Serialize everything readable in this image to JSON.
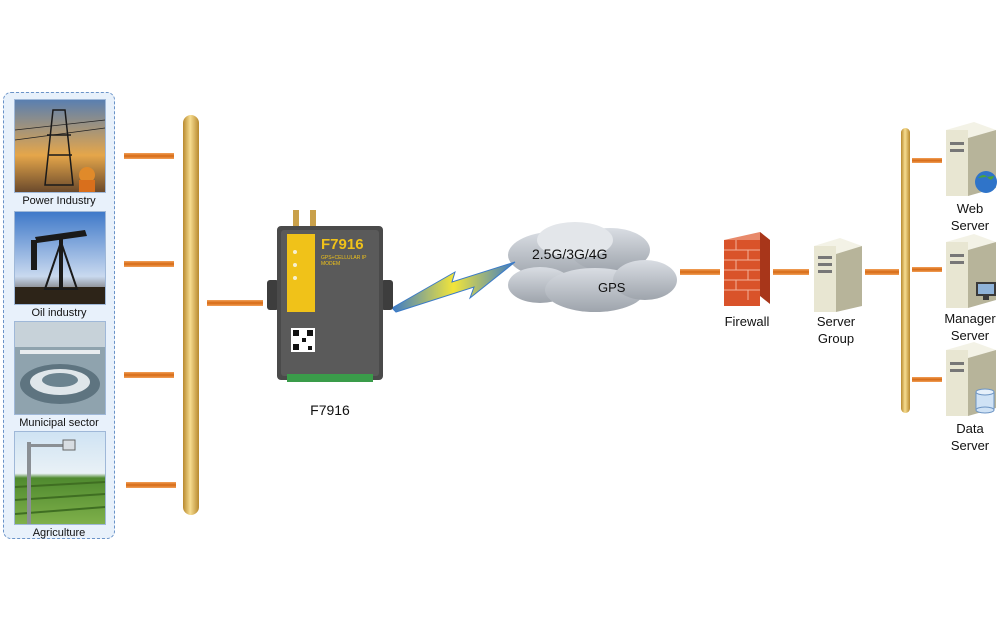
{
  "industries": [
    {
      "label": "Power Industry"
    },
    {
      "label": "Oil industry"
    },
    {
      "label": "Municipal sector"
    },
    {
      "label": "Agriculture"
    }
  ],
  "modem": {
    "caption": "F7916",
    "brand_text": "F7916",
    "sub_text": "GPS+CELLULAR IP MODEM"
  },
  "cloud": {
    "network_label": "2.5G/3G/4G",
    "gps_label": "GPS"
  },
  "firewall": {
    "label": "Firewall"
  },
  "server_group": {
    "line1": "Server",
    "line2": "Group"
  },
  "servers": [
    {
      "line1": "Web",
      "line2": "Server",
      "badge_icon": "globe-icon"
    },
    {
      "line1": "Manager",
      "line2": "Server",
      "badge_icon": "monitor-icon"
    },
    {
      "line1": "Data",
      "line2": "Server",
      "badge_icon": "database-icon"
    }
  ],
  "colors": {
    "link_orange": "#e07a22",
    "bus_gold": "#d8b155",
    "panel_border": "#6a93c8",
    "firewall_red": "#d9532a"
  }
}
